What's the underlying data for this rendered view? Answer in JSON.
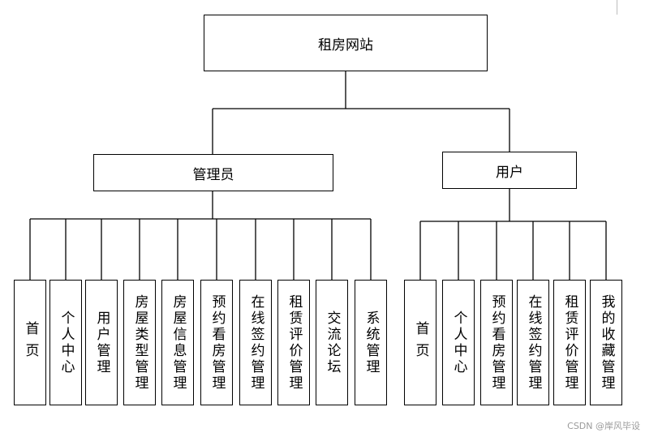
{
  "root": {
    "label": "租房网站"
  },
  "groups": [
    {
      "label": "管理员",
      "items": [
        "首页",
        "个人中心",
        "用户管理",
        "房屋类型管理",
        "房屋信息管理",
        "预约看房管理",
        "在线签约管理",
        "租赁评价管理",
        "交流论坛",
        "系统管理"
      ]
    },
    {
      "label": "用户",
      "items": [
        "首页",
        "个人中心",
        "预约看房管理",
        "在线签约管理",
        "租赁评价管理",
        "我的收藏管理"
      ]
    }
  ],
  "watermark": "CSDN @岸风毕设"
}
